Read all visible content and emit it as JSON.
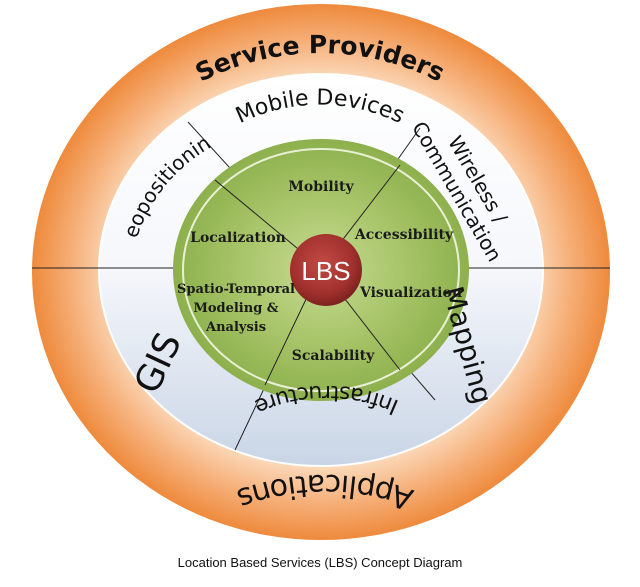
{
  "outer_ring": {
    "top_label": "Service Providers",
    "bottom_label": "Applications",
    "color": "#F39A4E"
  },
  "middle_ring": {
    "segments": [
      "Mobile Devices",
      "Wireless / Communication",
      "Mapping",
      "Infrastructure",
      "GIS",
      "Geopositioning"
    ],
    "wireless_line1": "Wireless /",
    "wireless_line2": "Communication"
  },
  "inner_circle": {
    "color": "#98B957",
    "concepts": {
      "mobility": "Mobility",
      "accessibility": "Accessibility",
      "visualization": "Visualization",
      "scalability": "Scalability",
      "localization": "Localization",
      "spatio_line1": "Spatio-Temporal",
      "spatio_line2": "Modeling &",
      "spatio_line3": "Analysis"
    }
  },
  "center": {
    "label": "LBS",
    "color": "#A2312E"
  },
  "caption": "Location Based Services (LBS) Concept Diagram"
}
